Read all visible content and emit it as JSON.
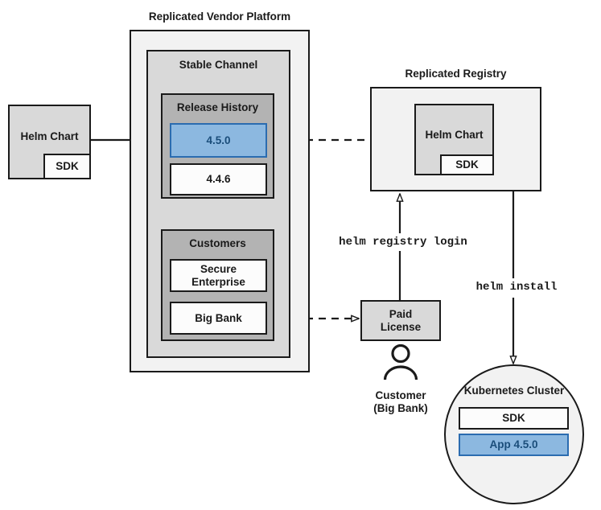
{
  "diagram": {
    "title_vendor_platform": "Replicated Vendor Platform",
    "title_registry": "Replicated Registry"
  },
  "vendor_platform": {
    "label": "Replicated Vendor Platform",
    "stable_channel": {
      "label": "Stable Channel",
      "release_history": {
        "label": "Release History",
        "releases": [
          {
            "version": "4.5.0",
            "highlighted": true
          },
          {
            "version": "4.4.6",
            "highlighted": false
          }
        ]
      },
      "customers": {
        "label": "Customers",
        "items": [
          {
            "name": "Secure\nEnterprise"
          },
          {
            "name": "Big Bank"
          }
        ]
      }
    }
  },
  "source_chart": {
    "label": "Helm Chart",
    "sdk_label": "SDK"
  },
  "registry": {
    "label": "Replicated Registry",
    "chart_label": "Helm Chart",
    "sdk_label": "SDK"
  },
  "license": {
    "label": "Paid\nLicense"
  },
  "customer_actor": {
    "label": "Customer\n(Big Bank)",
    "icon": "person-icon"
  },
  "cluster": {
    "label": "Kubernetes Cluster",
    "components": [
      {
        "name": "SDK",
        "highlighted": false
      },
      {
        "name": "App 4.5.0",
        "highlighted": true
      }
    ]
  },
  "commands": {
    "registry_login": "helm registry login",
    "install": "helm install"
  },
  "colors": {
    "accent_blue_fill": "#8cb8e0",
    "accent_blue_border": "#2b6cb0",
    "accent_blue_text": "#1a4d7a",
    "outline": "#1a1a1a",
    "fill_lightest": "#f2f2f2",
    "fill_light": "#d9d9d9",
    "fill_mid": "#b3b3b3",
    "fill_white": "#fcfcfc"
  }
}
